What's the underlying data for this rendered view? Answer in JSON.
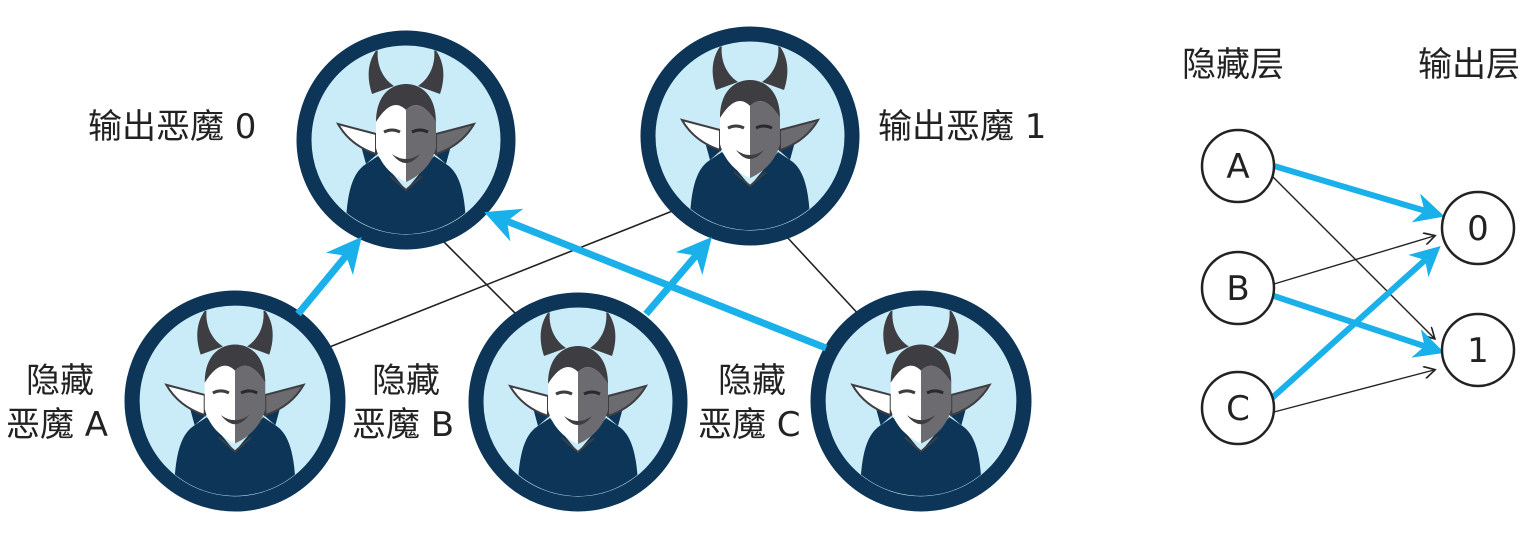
{
  "labels": {
    "output_demon_0": "输出恶魔 0",
    "output_demon_1": "输出恶魔 1",
    "hidden_demon_a_line1": "隐藏",
    "hidden_demon_a_line2": "恶魔 A",
    "hidden_demon_b_line1": "隐藏",
    "hidden_demon_b_line2": "恶魔 B",
    "hidden_demon_c_line1": "隐藏",
    "hidden_demon_c_line2": "恶魔 C"
  },
  "network": {
    "hidden_header": "隐藏层",
    "output_header": "输出层",
    "hidden_nodes": [
      "A",
      "B",
      "C"
    ],
    "output_nodes": [
      "0",
      "1"
    ],
    "strong_edges": [
      [
        "A",
        "0"
      ],
      [
        "B",
        "1"
      ],
      [
        "C",
        "0"
      ]
    ],
    "weak_edges": [
      [
        "A",
        "1"
      ],
      [
        "B",
        "0"
      ],
      [
        "C",
        "1"
      ]
    ]
  },
  "colors": {
    "strong": "#1ab0ea",
    "weak": "#222222",
    "ring": "#0c3557",
    "badge_bg": "#c9ecf8"
  }
}
